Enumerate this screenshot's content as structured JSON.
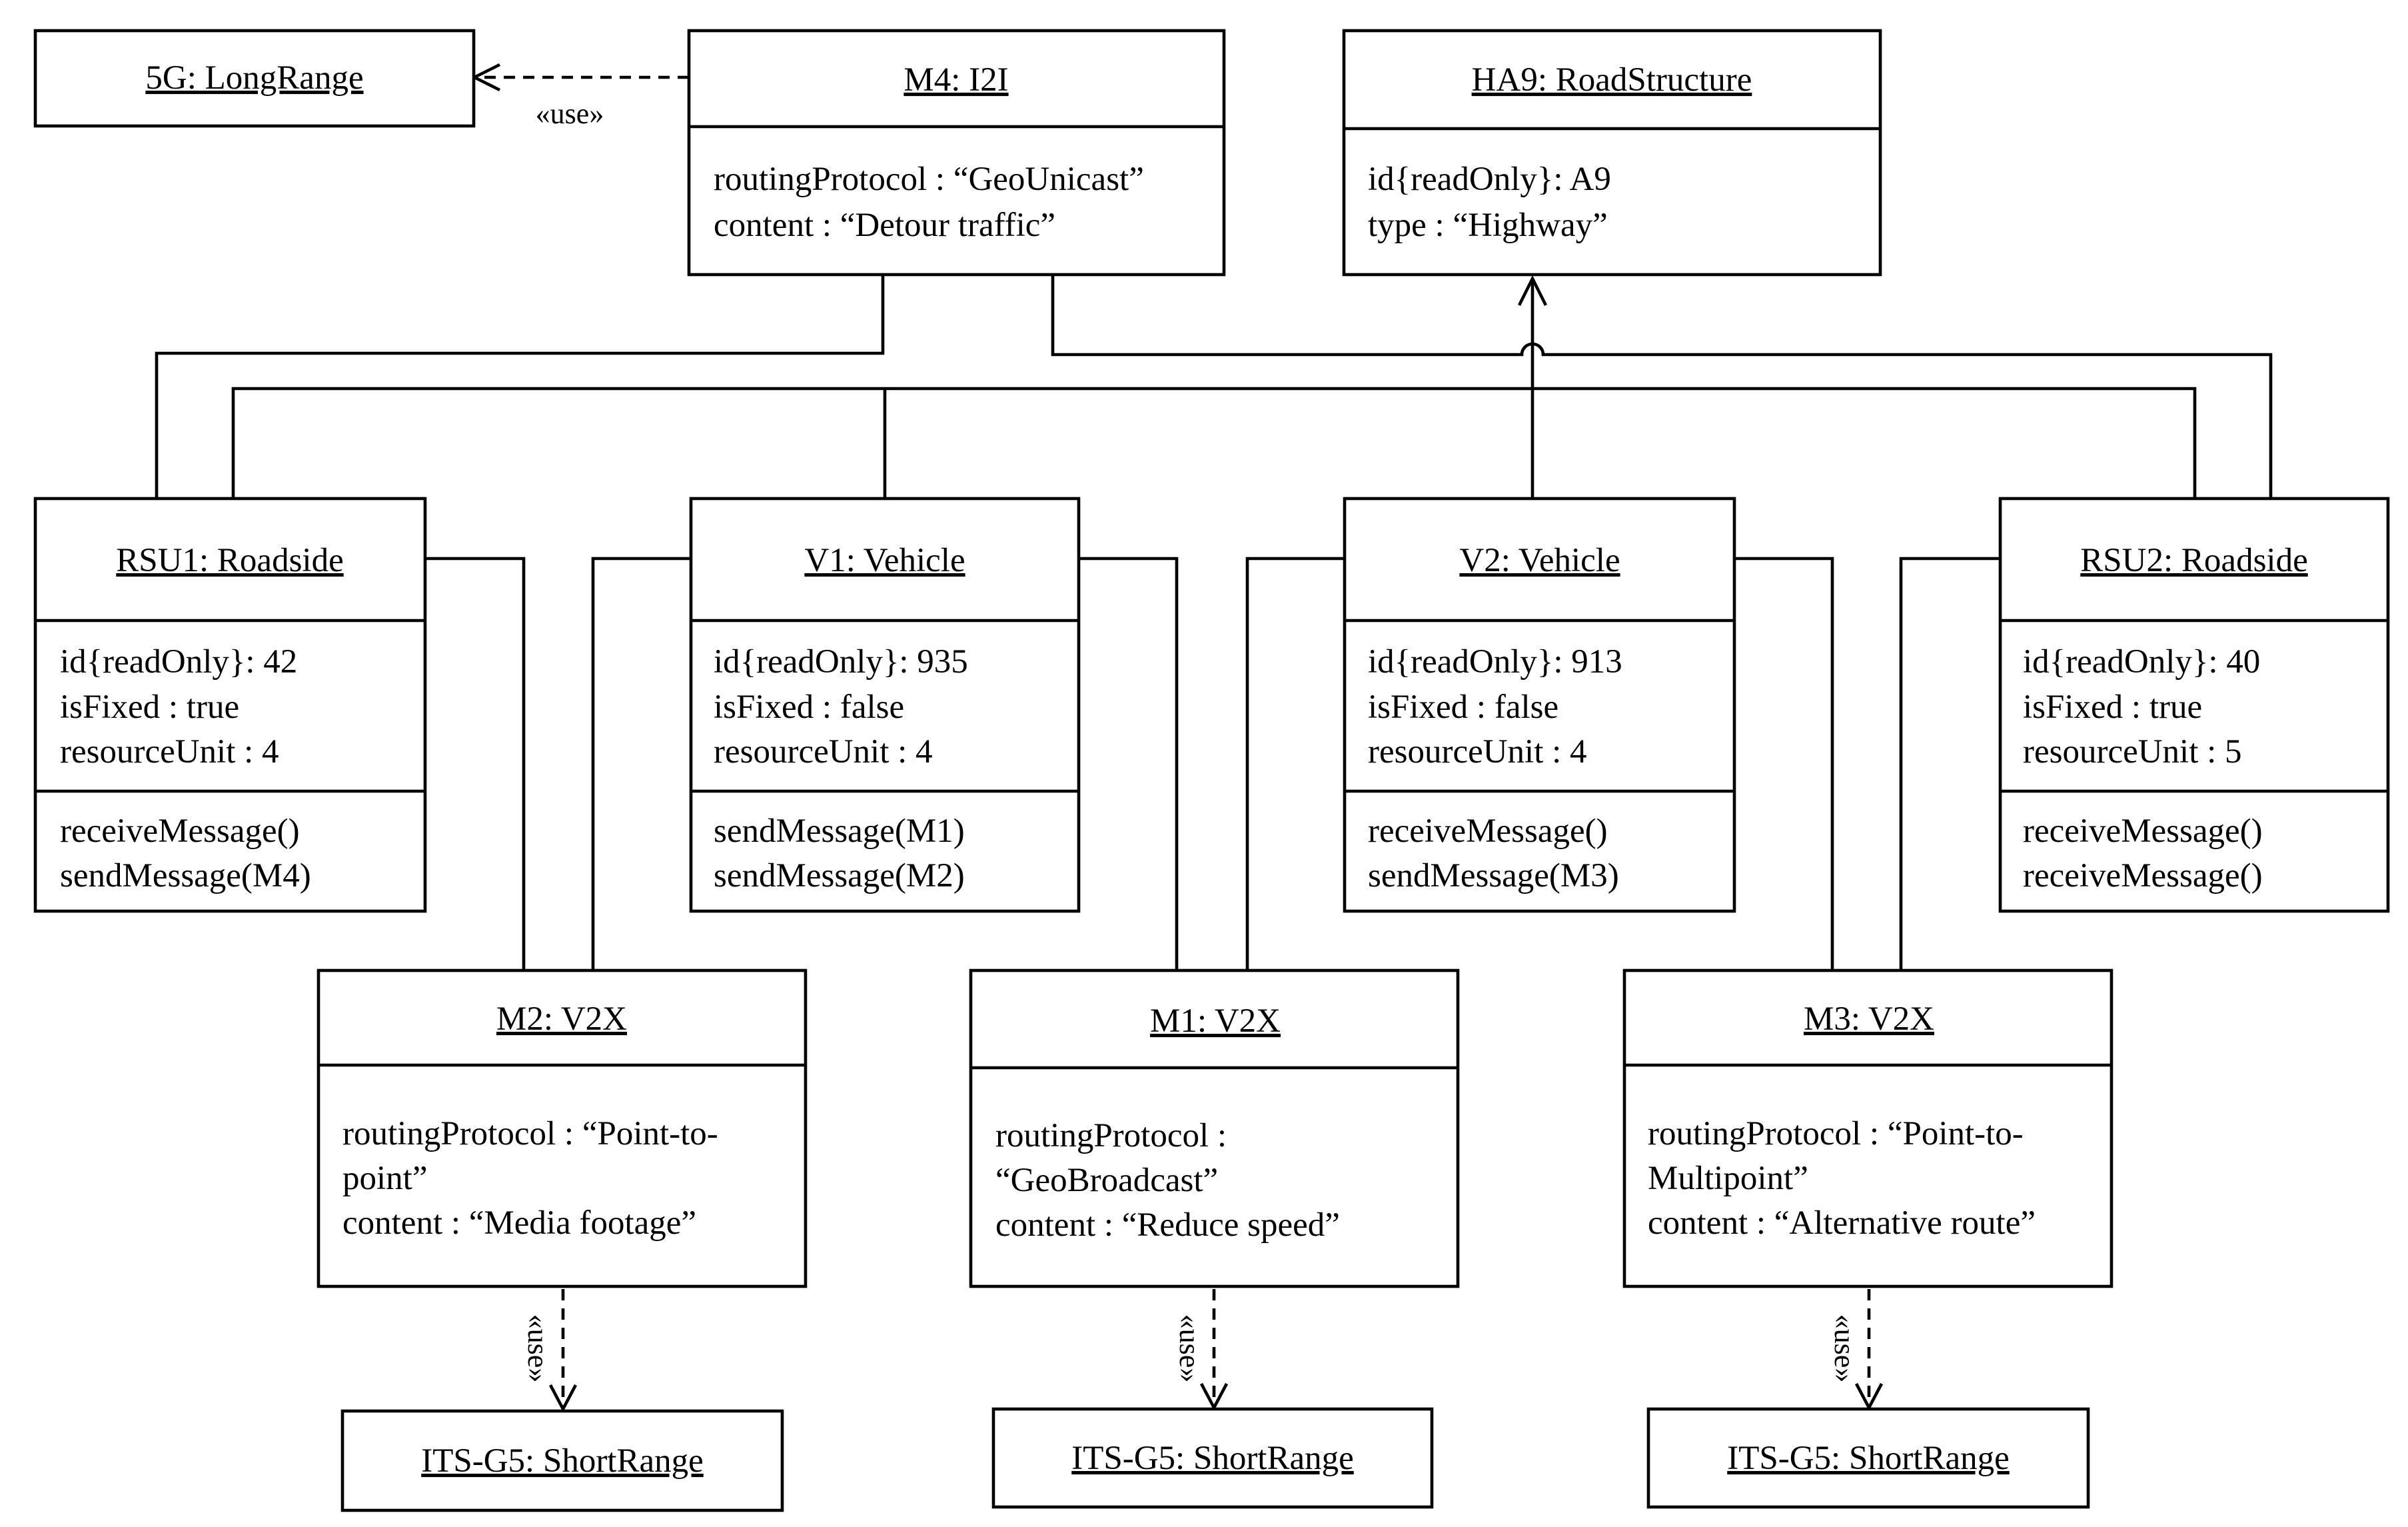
{
  "objects": {
    "lte": {
      "title": "5G: LongRange"
    },
    "m4": {
      "title": "M4: I2I",
      "attrs": [
        "routingProtocol : “GeoUnicast”",
        "content : “Detour traffic”"
      ]
    },
    "ha9": {
      "title": "HA9: RoadStructure",
      "attrs": [
        "id{readOnly}: A9",
        "type : “Highway”"
      ]
    },
    "rsu1": {
      "title": "RSU1: Roadside",
      "attrs": [
        "id{readOnly}: 42",
        "isFixed : true",
        "resourceUnit : 4"
      ],
      "ops": [
        "receiveMessage()",
        "sendMessage(M4)"
      ]
    },
    "v1": {
      "title": "V1: Vehicle",
      "attrs": [
        "id{readOnly}: 935",
        "isFixed : false",
        "resourceUnit : 4"
      ],
      "ops": [
        "sendMessage(M1)",
        "sendMessage(M2)"
      ]
    },
    "v2": {
      "title": "V2: Vehicle",
      "attrs": [
        "id{readOnly}: 913",
        "isFixed : false",
        "resourceUnit : 4"
      ],
      "ops": [
        "receiveMessage()",
        "sendMessage(M3)"
      ]
    },
    "rsu2": {
      "title": "RSU2: Roadside",
      "attrs": [
        "id{readOnly}: 40",
        "isFixed : true",
        "resourceUnit : 5"
      ],
      "ops": [
        "receiveMessage()",
        "receiveMessage()"
      ]
    },
    "m2": {
      "title": "M2: V2X",
      "attrs": [
        "routingProtocol : “Point-to-",
        "point”",
        "content : “Media footage”"
      ]
    },
    "m1": {
      "title": "M1: V2X",
      "attrs": [
        "routingProtocol :",
        "“GeoBroadcast”",
        "content : “Reduce speed”"
      ]
    },
    "m3": {
      "title": "M3: V2X",
      "attrs": [
        "routingProtocol : “Point-to-",
        "Multipoint”",
        "content : “Alternative route”"
      ]
    },
    "its1": {
      "title": "ITS-G5: ShortRange"
    },
    "its2": {
      "title": "ITS-G5: ShortRange"
    },
    "its3": {
      "title": "ITS-G5: ShortRange"
    }
  },
  "dependencies": {
    "m4_to_lte": "«use»",
    "m2_to_its": "«use»",
    "m1_to_its": "«use»",
    "m3_to_its": "«use»"
  }
}
